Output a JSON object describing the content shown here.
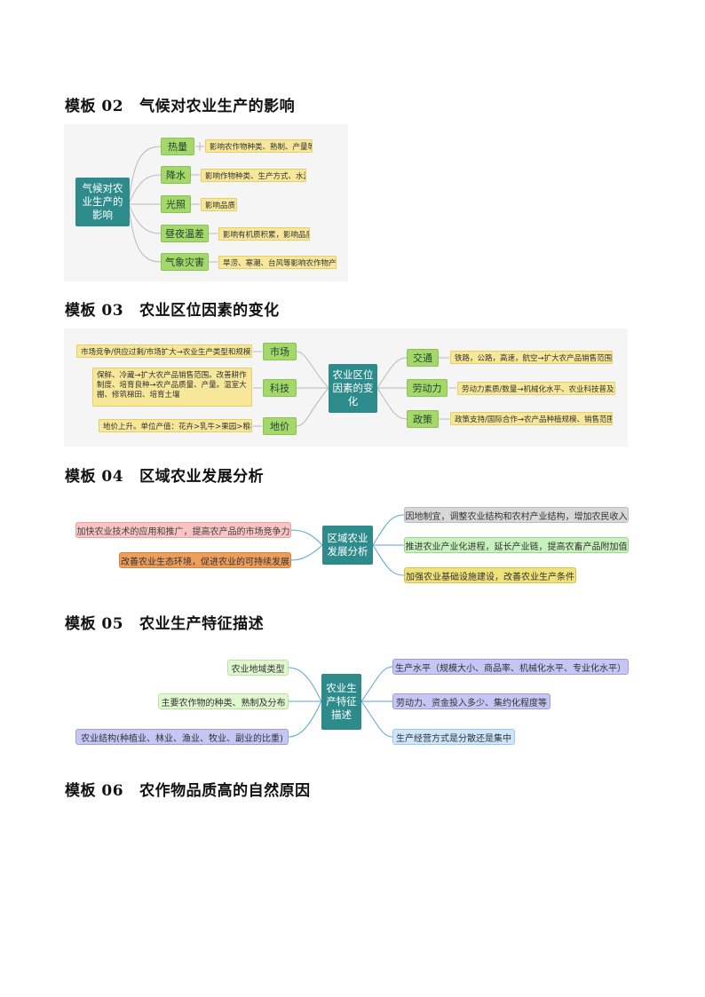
{
  "sections": {
    "s02": {
      "num": "模板 02",
      "title": "气候对农业生产的影响",
      "center": "气候对农业生产的影响",
      "factors": [
        {
          "label": "热量",
          "desc": "影响农作物种类、熟制、产量等"
        },
        {
          "label": "降水",
          "desc": "影响作物种类、生产方式、水源"
        },
        {
          "label": "光照",
          "desc": "影响品质"
        },
        {
          "label": "昼夜温差",
          "desc": "影响有机质积累，影响品质"
        },
        {
          "label": "气象灾害",
          "desc": "旱涝、寒潮、台风等影响农作物产量"
        }
      ]
    },
    "s03": {
      "num": "模板 03",
      "title": "农业区位因素的变化",
      "center": "农业区位因素的变化",
      "left": [
        {
          "label": "市场",
          "desc": "市场竞争/供应过剩/市场扩大→农业生产类型和规模"
        },
        {
          "label": "科技",
          "desc": "保鲜、冷藏→扩大农产品销售范围。改善耕作制度、培育良种→农产品质量、产量。温室大棚、修筑梯田、培育土壤"
        },
        {
          "label": "地价",
          "desc": "地价上升。单位产值：花卉>乳牛>果园>粮棉"
        }
      ],
      "right": [
        {
          "label": "交通",
          "desc": "铁路，公路，高速，航空→扩大农产品销售范围"
        },
        {
          "label": "劳动力",
          "desc": "劳动力素质/数量→机械化水平、农业科技普及"
        },
        {
          "label": "政策",
          "desc": "政策支持/国际合作→农产品种植规模、销售范围"
        }
      ]
    },
    "s04": {
      "num": "模板 04",
      "title": "区域农业发展分析",
      "center": "区域农业发展分析",
      "left": [
        "加快农业技术的应用和推广，提高农产品的市场竞争力",
        "改善农业生态环境，促进农业的可持续发展"
      ],
      "right": [
        "因地制宜，调整农业结构和农村产业结构，增加农民收入",
        "推进农业产业化进程，延长产业链，提高农畜产品附加值",
        "加强农业基础设施建设，改善农业生产条件"
      ],
      "colors": {
        "left": [
          "pink",
          "orange"
        ],
        "right": [
          "gray",
          "lgreen",
          "ltyellow"
        ]
      }
    },
    "s05": {
      "num": "模板 05",
      "title": "农业生产特征描述",
      "center": "农业生产特征描述",
      "left": [
        "农业地域类型",
        "主要农作物的种类、熟制及分布",
        "农业结构(种植业、林业、渔业、牧业、副业的比重)"
      ],
      "right": [
        "生产水平（规模大小、商品率、机械化水平、专业化水平）",
        "劳动力、资金投入多少、集约化程度等",
        "生产经营方式是分散还是集中"
      ],
      "colors": {
        "left": [
          "lgreen2",
          "lgreen2",
          "lavender"
        ],
        "right": [
          "lavender",
          "lavender",
          "lblue"
        ]
      }
    },
    "s06": {
      "num": "模板 06",
      "title": "农作物品质高的自然原因"
    }
  },
  "colors": {
    "teal": "#2e8b8b",
    "green_node": "#a5d86a",
    "yellow_note": "#f6e79a",
    "connector": "#b9b9b9",
    "blue_connector": "#5aa5d6"
  }
}
